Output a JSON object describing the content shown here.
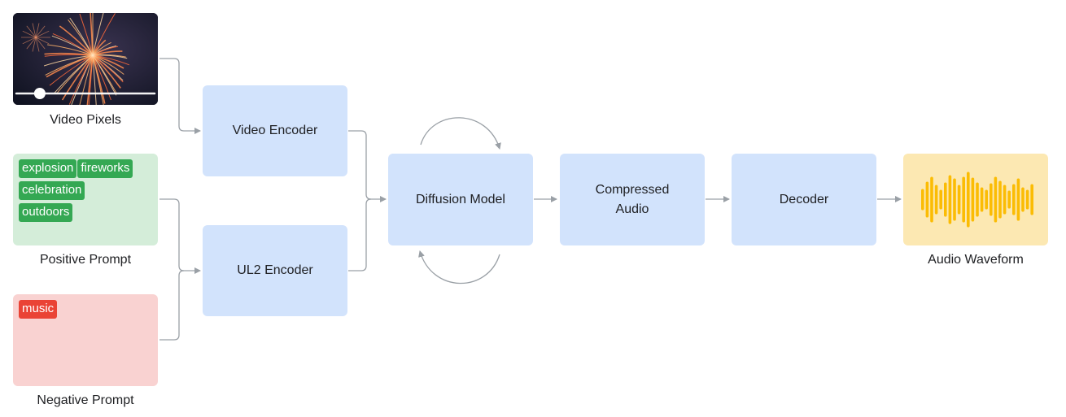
{
  "inputs": {
    "video": {
      "label": "Video Pixels",
      "progress": 0.17
    },
    "positive_prompt": {
      "label": "Positive Prompt",
      "tags": [
        "explosion",
        "fireworks",
        "celebration",
        "outdoors"
      ]
    },
    "negative_prompt": {
      "label": "Negative Prompt",
      "tags": [
        "music"
      ]
    }
  },
  "blocks": {
    "video_encoder": "Video Encoder",
    "ul2_encoder": "UL2 Encoder",
    "diffusion_model": "Diffusion Model",
    "compressed_audio": "Compressed\nAudio",
    "decoder": "Decoder"
  },
  "output": {
    "label": "Audio Waveform"
  },
  "colors": {
    "block": "#d2e3fc",
    "positive": "#d4edd9",
    "positive_tag": "#34a853",
    "negative": "#f9d2d1",
    "negative_tag": "#ea4335",
    "waveform_bg": "#fce8b2",
    "waveform": "#fbbc04",
    "connector": "#9aa0a6"
  }
}
